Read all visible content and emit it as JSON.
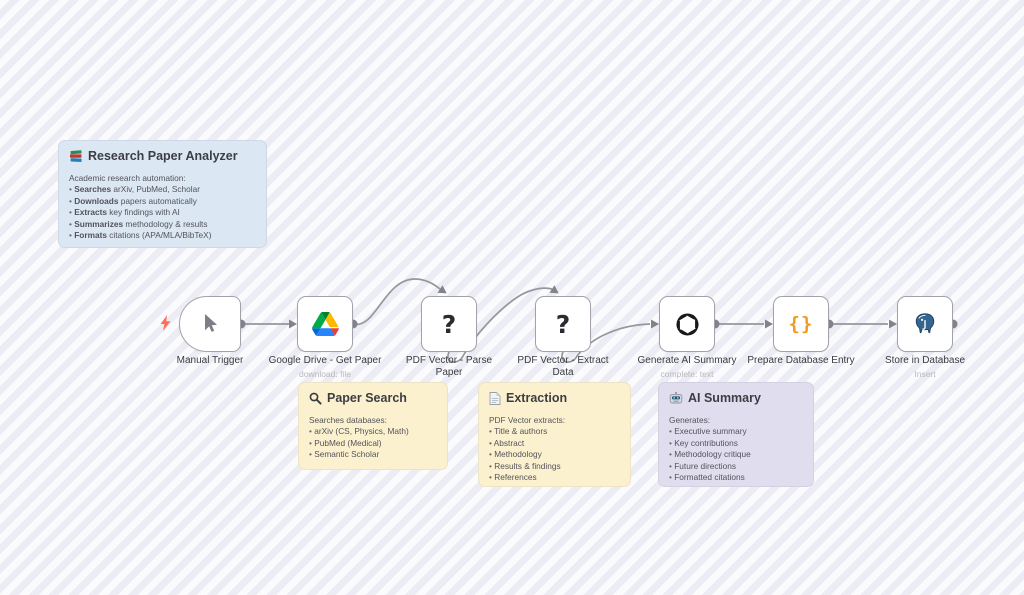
{
  "workflow": {
    "notes": {
      "overview": {
        "title": "Research Paper Analyzer",
        "icon": "books-icon",
        "intro": "Academic research automation:",
        "bullets": [
          {
            "bold": "Searches",
            "rest": " arXiv, PubMed, Scholar"
          },
          {
            "bold": "Downloads",
            "rest": " papers automatically"
          },
          {
            "bold": "Extracts",
            "rest": " key findings with AI"
          },
          {
            "bold": "Summarizes",
            "rest": " methodology & results"
          },
          {
            "bold": "Formats",
            "rest": " citations (APA/MLA/BibTeX)"
          }
        ]
      },
      "paper_search": {
        "title": "Paper Search",
        "icon": "magnifier-icon",
        "intro": "Searches databases:",
        "bullets": [
          "arXiv (CS, Physics, Math)",
          "PubMed (Medical)",
          "Semantic Scholar"
        ]
      },
      "extraction": {
        "title": "Extraction",
        "icon": "document-icon",
        "intro": "PDF Vector extracts:",
        "bullets": [
          "Title & authors",
          "Abstract",
          "Methodology",
          "Results & findings",
          "References"
        ]
      },
      "ai_summary": {
        "title": "AI Summary",
        "icon": "robot-icon",
        "intro": "Generates:",
        "bullets": [
          "Executive summary",
          "Key contributions",
          "Methodology critique",
          "Future directions",
          "Formatted citations"
        ]
      }
    },
    "nodes": [
      {
        "label": "Manual Trigger",
        "icon": "cursor-icon"
      },
      {
        "label": "Google Drive - Get Paper",
        "subtitle": "download: file",
        "icon": "google-drive-icon"
      },
      {
        "label": "PDF Vector - Parse Paper",
        "icon": "question-mark-icon",
        "icon_char": "?"
      },
      {
        "label": "PDF Vector - Extract Data",
        "icon": "question-mark-icon",
        "icon_char": "?"
      },
      {
        "label": "Generate AI Summary",
        "subtitle": "complete: text",
        "icon": "openai-icon"
      },
      {
        "label": "Prepare Database Entry",
        "icon": "code-braces-icon",
        "icon_char": "{}"
      },
      {
        "label": "Store in Database",
        "subtitle": "Insert",
        "icon": "postgres-icon"
      }
    ],
    "colors": {
      "note_blue": "#dbe7f3",
      "note_yellow": "#fcf1cf",
      "note_purple": "#e0ddee",
      "connector_gray": "#96969e",
      "code_icon_orange": "#f39b1d",
      "trigger_bolt_red": "#ff6d5a",
      "postgres_blue": "#336791"
    }
  }
}
